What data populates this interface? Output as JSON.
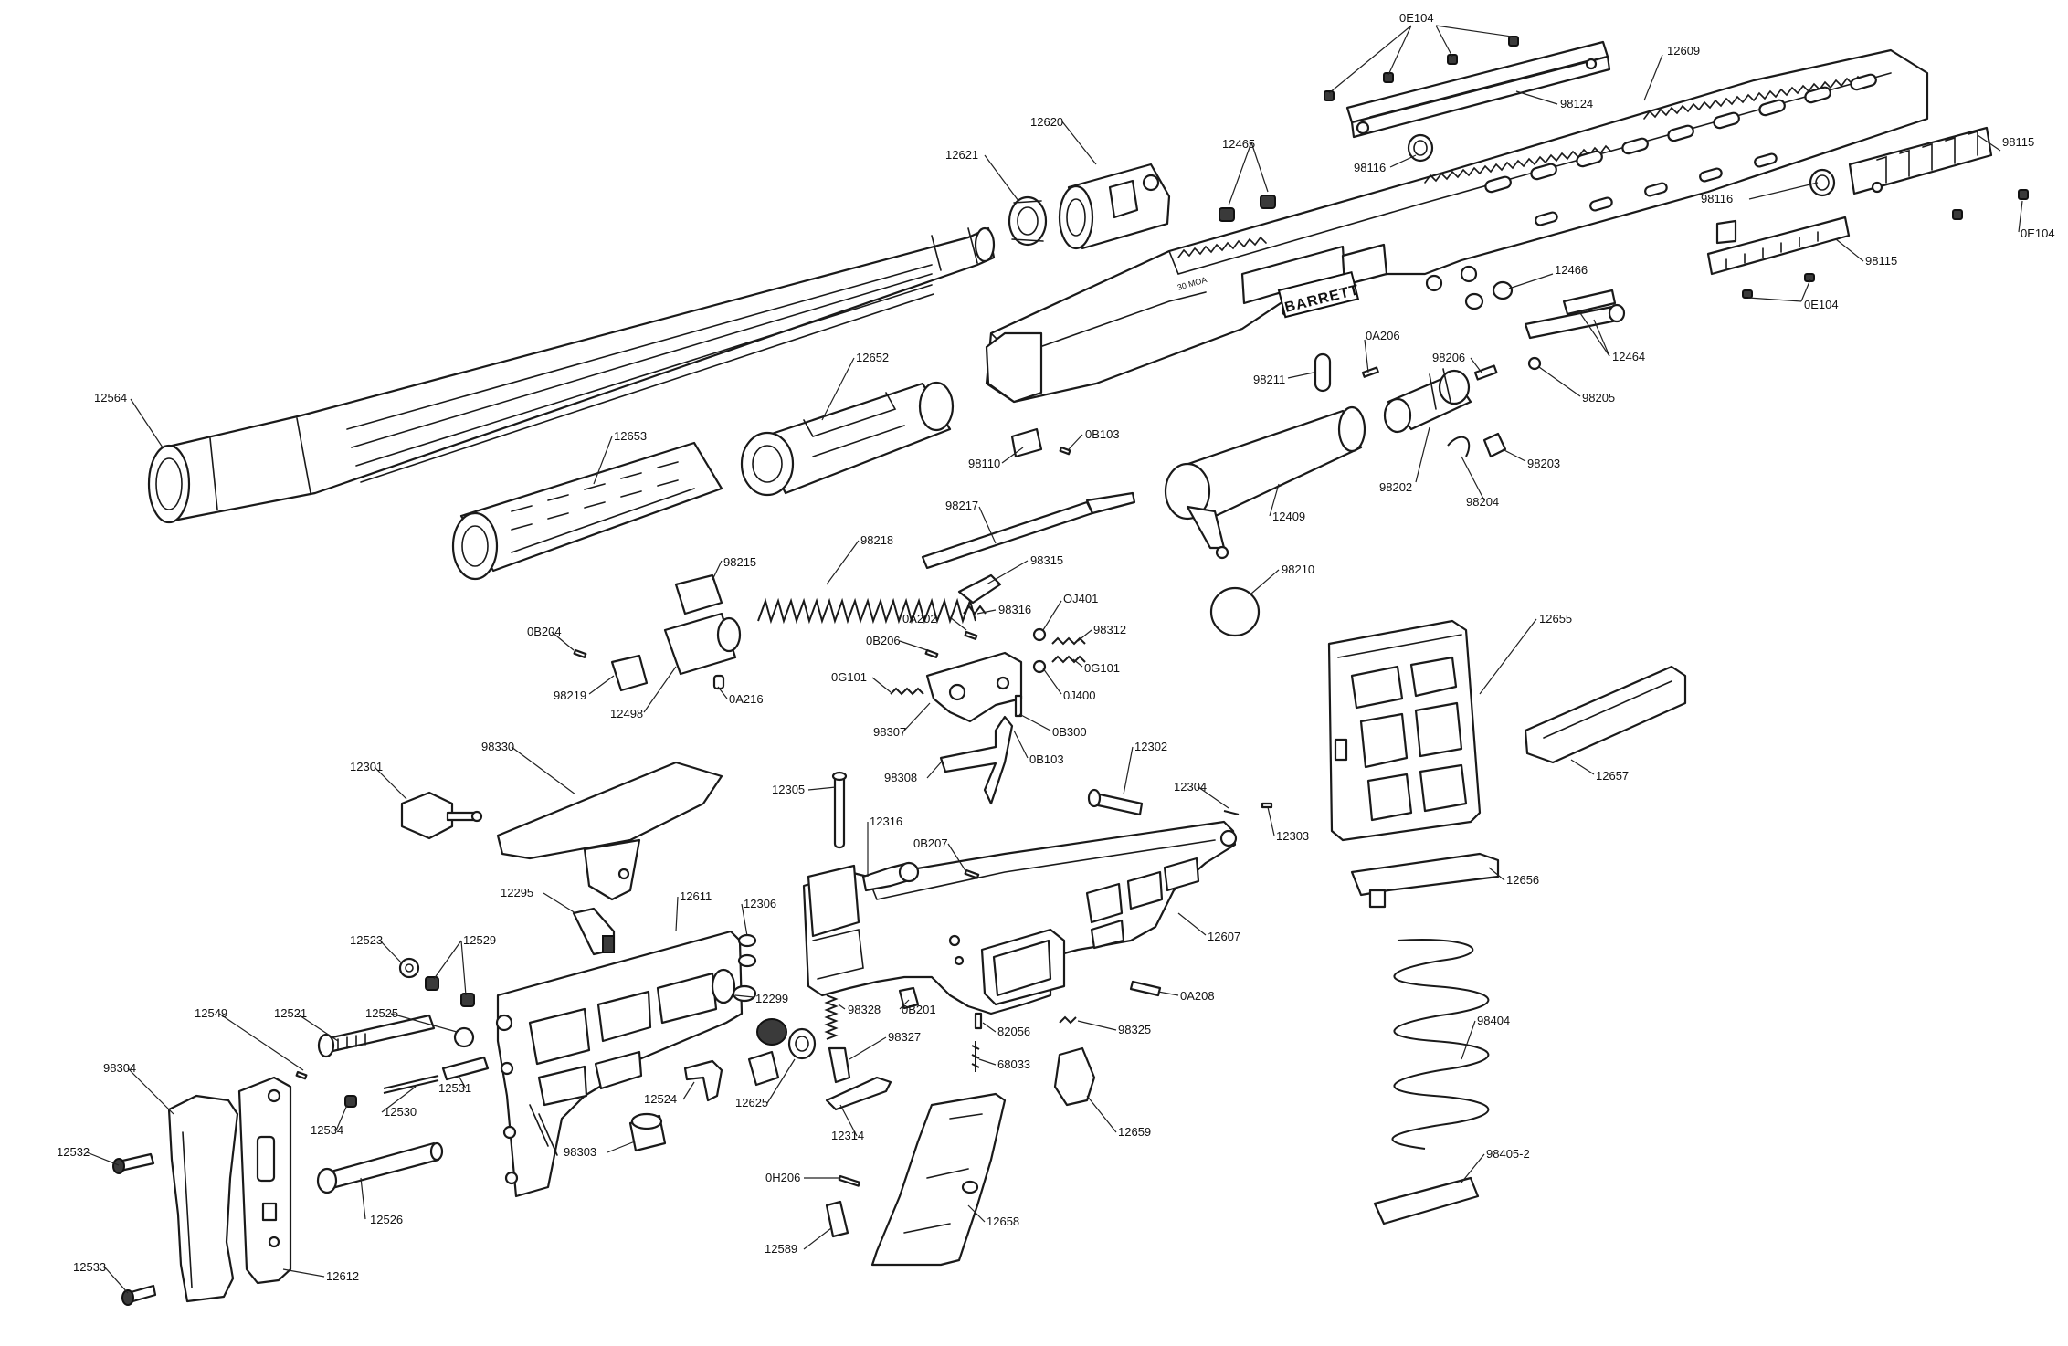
{
  "diagram": {
    "brand_mark": "BARRETT",
    "rail_mark": "30 MOA",
    "callouts": [
      {
        "id": "0E104-top",
        "text": "0E104"
      },
      {
        "id": "12609",
        "text": "12609"
      },
      {
        "id": "98124",
        "text": "98124"
      },
      {
        "id": "98116-a",
        "text": "98116"
      },
      {
        "id": "98115-a",
        "text": "98115"
      },
      {
        "id": "98116-b",
        "text": "98116"
      },
      {
        "id": "0E104-right",
        "text": "0E104"
      },
      {
        "id": "98115-b",
        "text": "98115"
      },
      {
        "id": "0E104-bottom",
        "text": "0E104"
      },
      {
        "id": "12620",
        "text": "12620"
      },
      {
        "id": "12621",
        "text": "12621"
      },
      {
        "id": "12465",
        "text": "12465"
      },
      {
        "id": "12466",
        "text": "12466"
      },
      {
        "id": "12464",
        "text": "12464"
      },
      {
        "id": "0A206",
        "text": "0A206"
      },
      {
        "id": "98206",
        "text": "98206"
      },
      {
        "id": "98205",
        "text": "98205"
      },
      {
        "id": "98211",
        "text": "98211"
      },
      {
        "id": "98203",
        "text": "98203"
      },
      {
        "id": "98202",
        "text": "98202"
      },
      {
        "id": "98204",
        "text": "98204"
      },
      {
        "id": "12564",
        "text": "12564"
      },
      {
        "id": "12652",
        "text": "12652"
      },
      {
        "id": "12653",
        "text": "12653"
      },
      {
        "id": "98110",
        "text": "98110"
      },
      {
        "id": "0B103-top",
        "text": "0B103"
      },
      {
        "id": "12409",
        "text": "12409"
      },
      {
        "id": "98217",
        "text": "98217"
      },
      {
        "id": "98218",
        "text": "98218"
      },
      {
        "id": "98315",
        "text": "98315"
      },
      {
        "id": "98210",
        "text": "98210"
      },
      {
        "id": "98215",
        "text": "98215"
      },
      {
        "id": "0A202",
        "text": "0A202"
      },
      {
        "id": "98316",
        "text": "98316"
      },
      {
        "id": "0J401",
        "text": "OJ401"
      },
      {
        "id": "98312",
        "text": "98312"
      },
      {
        "id": "0B206",
        "text": "0B206"
      },
      {
        "id": "0G101-right",
        "text": "0G101"
      },
      {
        "id": "0B204",
        "text": "0B204"
      },
      {
        "id": "0G101-left",
        "text": "0G101"
      },
      {
        "id": "0J400",
        "text": "0J400"
      },
      {
        "id": "98219",
        "text": "98219"
      },
      {
        "id": "0A216",
        "text": "0A216"
      },
      {
        "id": "12498",
        "text": "12498"
      },
      {
        "id": "98307",
        "text": "98307"
      },
      {
        "id": "0B300",
        "text": "0B300"
      },
      {
        "id": "12655",
        "text": "12655"
      },
      {
        "id": "0B103-bottom",
        "text": "0B103"
      },
      {
        "id": "98308",
        "text": "98308"
      },
      {
        "id": "12657",
        "text": "12657"
      },
      {
        "id": "12301",
        "text": "12301"
      },
      {
        "id": "98330",
        "text": "98330"
      },
      {
        "id": "12302",
        "text": "12302"
      },
      {
        "id": "12305",
        "text": "12305"
      },
      {
        "id": "12304",
        "text": "12304"
      },
      {
        "id": "12303",
        "text": "12303"
      },
      {
        "id": "12316",
        "text": "12316"
      },
      {
        "id": "0B207",
        "text": "0B207"
      },
      {
        "id": "12656",
        "text": "12656"
      },
      {
        "id": "12295",
        "text": "12295"
      },
      {
        "id": "12611",
        "text": "12611"
      },
      {
        "id": "12306",
        "text": "12306"
      },
      {
        "id": "12607",
        "text": "12607"
      },
      {
        "id": "12523",
        "text": "12523"
      },
      {
        "id": "12529",
        "text": "12529"
      },
      {
        "id": "12299",
        "text": "12299"
      },
      {
        "id": "0A208",
        "text": "0A208"
      },
      {
        "id": "98328",
        "text": "98328"
      },
      {
        "id": "0B201",
        "text": "0B201"
      },
      {
        "id": "12549",
        "text": "12549"
      },
      {
        "id": "12521",
        "text": "12521"
      },
      {
        "id": "12525",
        "text": "12525"
      },
      {
        "id": "82056",
        "text": "82056"
      },
      {
        "id": "98325",
        "text": "98325"
      },
      {
        "id": "98404",
        "text": "98404"
      },
      {
        "id": "98327",
        "text": "98327"
      },
      {
        "id": "98304",
        "text": "98304"
      },
      {
        "id": "12531",
        "text": "12531"
      },
      {
        "id": "68033",
        "text": "68033"
      },
      {
        "id": "12530",
        "text": "12530"
      },
      {
        "id": "12524",
        "text": "12524"
      },
      {
        "id": "12625",
        "text": "12625"
      },
      {
        "id": "12534",
        "text": "12534"
      },
      {
        "id": "12659",
        "text": "12659"
      },
      {
        "id": "12314",
        "text": "12314"
      },
      {
        "id": "12532",
        "text": "12532"
      },
      {
        "id": "98303",
        "text": "98303"
      },
      {
        "id": "98405-2",
        "text": "98405-2"
      },
      {
        "id": "0H206",
        "text": "0H206"
      },
      {
        "id": "12658",
        "text": "12658"
      },
      {
        "id": "12526",
        "text": "12526"
      },
      {
        "id": "12589",
        "text": "12589"
      },
      {
        "id": "12533",
        "text": "12533"
      },
      {
        "id": "12612",
        "text": "12612"
      }
    ]
  }
}
